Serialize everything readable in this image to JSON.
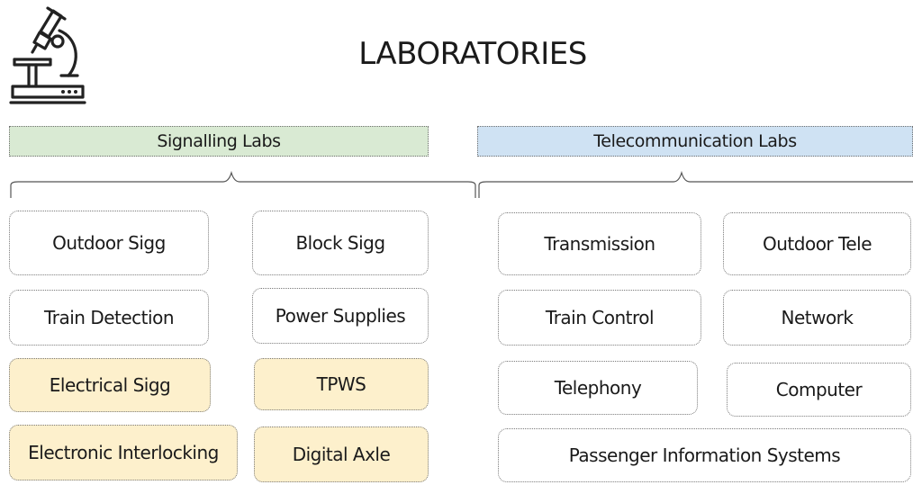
{
  "title": "LABORATORIES",
  "logo": {
    "icon": "microscope-icon"
  },
  "colors": {
    "signalling_header": "#d9ead3",
    "telecom_header": "#cfe2f3",
    "highlighted_lab": "#fdf0cc",
    "default_lab": "#ffffff"
  },
  "categories": {
    "signalling": {
      "label": "Signalling Labs",
      "labs": [
        {
          "label": "Outdoor Sigg",
          "highlighted": false
        },
        {
          "label": "Block Sigg",
          "highlighted": false
        },
        {
          "label": "Train Detection",
          "highlighted": false
        },
        {
          "label": "Power Supplies",
          "highlighted": false
        },
        {
          "label": "Electrical Sigg",
          "highlighted": true
        },
        {
          "label": "TPWS",
          "highlighted": true
        },
        {
          "label": "Electronic Interlocking",
          "highlighted": true
        },
        {
          "label": "Digital Axle",
          "highlighted": true
        }
      ]
    },
    "telecom": {
      "label": "Telecommunication Labs",
      "labs": [
        {
          "label": "Transmission",
          "highlighted": false
        },
        {
          "label": "Outdoor Tele",
          "highlighted": false
        },
        {
          "label": "Train Control",
          "highlighted": false
        },
        {
          "label": "Network",
          "highlighted": false
        },
        {
          "label": "Telephony",
          "highlighted": false
        },
        {
          "label": "Computer",
          "highlighted": false
        },
        {
          "label": "Passenger Information Systems",
          "highlighted": false
        }
      ]
    }
  }
}
